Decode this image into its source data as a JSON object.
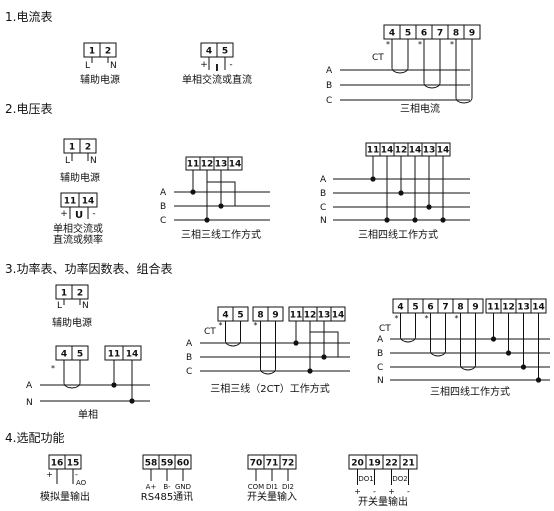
{
  "sections": [
    {
      "title": "1.电流表"
    },
    {
      "title": "2.电压表"
    },
    {
      "title": "3.功率表、功率因数表、组合表"
    },
    {
      "title": "4.选配功能"
    }
  ],
  "current": {
    "aux": {
      "terminals": [
        "1",
        "2"
      ],
      "marks": [
        "L",
        "N"
      ],
      "caption": "辅助电源"
    },
    "single": {
      "terminals": [
        "4",
        "5"
      ],
      "plus": "+",
      "minus": "-",
      "symbol": "I",
      "caption": "单相交流或直流"
    },
    "three": {
      "terminals": [
        "4",
        "5",
        "6",
        "7",
        "8",
        "9"
      ],
      "ct": "CT",
      "lines": [
        "A",
        "B",
        "C"
      ],
      "caption": "三相电流"
    }
  },
  "voltage": {
    "aux": {
      "terminals": [
        "1",
        "2"
      ],
      "marks": [
        "L",
        "N"
      ],
      "caption": "辅助电源"
    },
    "single": {
      "terminals": [
        "11",
        "14"
      ],
      "plus": "+",
      "minus": "-",
      "symbol": "U",
      "caption_lines": [
        "单相交流或",
        "直流或频率"
      ]
    },
    "three_wire": {
      "terminals": [
        "11",
        "12",
        "13",
        "14"
      ],
      "lines": [
        "A",
        "B",
        "C"
      ],
      "caption": "三相三线工作方式"
    },
    "four_wire": {
      "terminals": [
        "11",
        "14",
        "12",
        "14",
        "13",
        "14"
      ],
      "lines": [
        "A",
        "B",
        "C",
        "N"
      ],
      "caption": "三相四线工作方式"
    }
  },
  "power": {
    "aux": {
      "terminals": [
        "1",
        "2"
      ],
      "marks": [
        "L",
        "N"
      ],
      "caption": "辅助电源"
    },
    "single": {
      "terminals_i": [
        "4",
        "5"
      ],
      "terminals_u": [
        "11",
        "14"
      ],
      "lines": [
        "A",
        "N"
      ],
      "caption": "单相"
    },
    "three_wire": {
      "terminals_a": [
        "4",
        "5"
      ],
      "terminals_b": [
        "8",
        "9"
      ],
      "terminals_u": [
        "11",
        "12",
        "13",
        "14"
      ],
      "ct": "CT",
      "lines": [
        "A",
        "B",
        "C"
      ],
      "caption": "三相三线（2CT）工作方式"
    },
    "four_wire": {
      "terminals_i": [
        "4",
        "5",
        "6",
        "7",
        "8",
        "9"
      ],
      "terminals_u": [
        "11",
        "12",
        "13",
        "14"
      ],
      "ct": "CT",
      "lines": [
        "A",
        "B",
        "C",
        "N"
      ],
      "caption": "三相四线工作方式"
    }
  },
  "options": {
    "analog": {
      "terminals": [
        "16",
        "15"
      ],
      "marks": [
        "+",
        "AO"
      ],
      "minus": "-",
      "caption": "模拟量输出"
    },
    "rs485": {
      "terminals": [
        "58",
        "59",
        "60"
      ],
      "marks": [
        "A+",
        "B-",
        "GND"
      ],
      "caption": "RS485通讯"
    },
    "din": {
      "terminals": [
        "70",
        "71",
        "72"
      ],
      "marks": [
        "COM",
        "DI1",
        "DI2"
      ],
      "caption": "开关量输入"
    },
    "dout": {
      "terminals": [
        "20",
        "19",
        "22",
        "21"
      ],
      "labels": [
        "DO1",
        "DO2"
      ],
      "signs": [
        "+",
        "-",
        "+",
        "-"
      ],
      "caption": "开关量输出"
    }
  },
  "star": "*"
}
